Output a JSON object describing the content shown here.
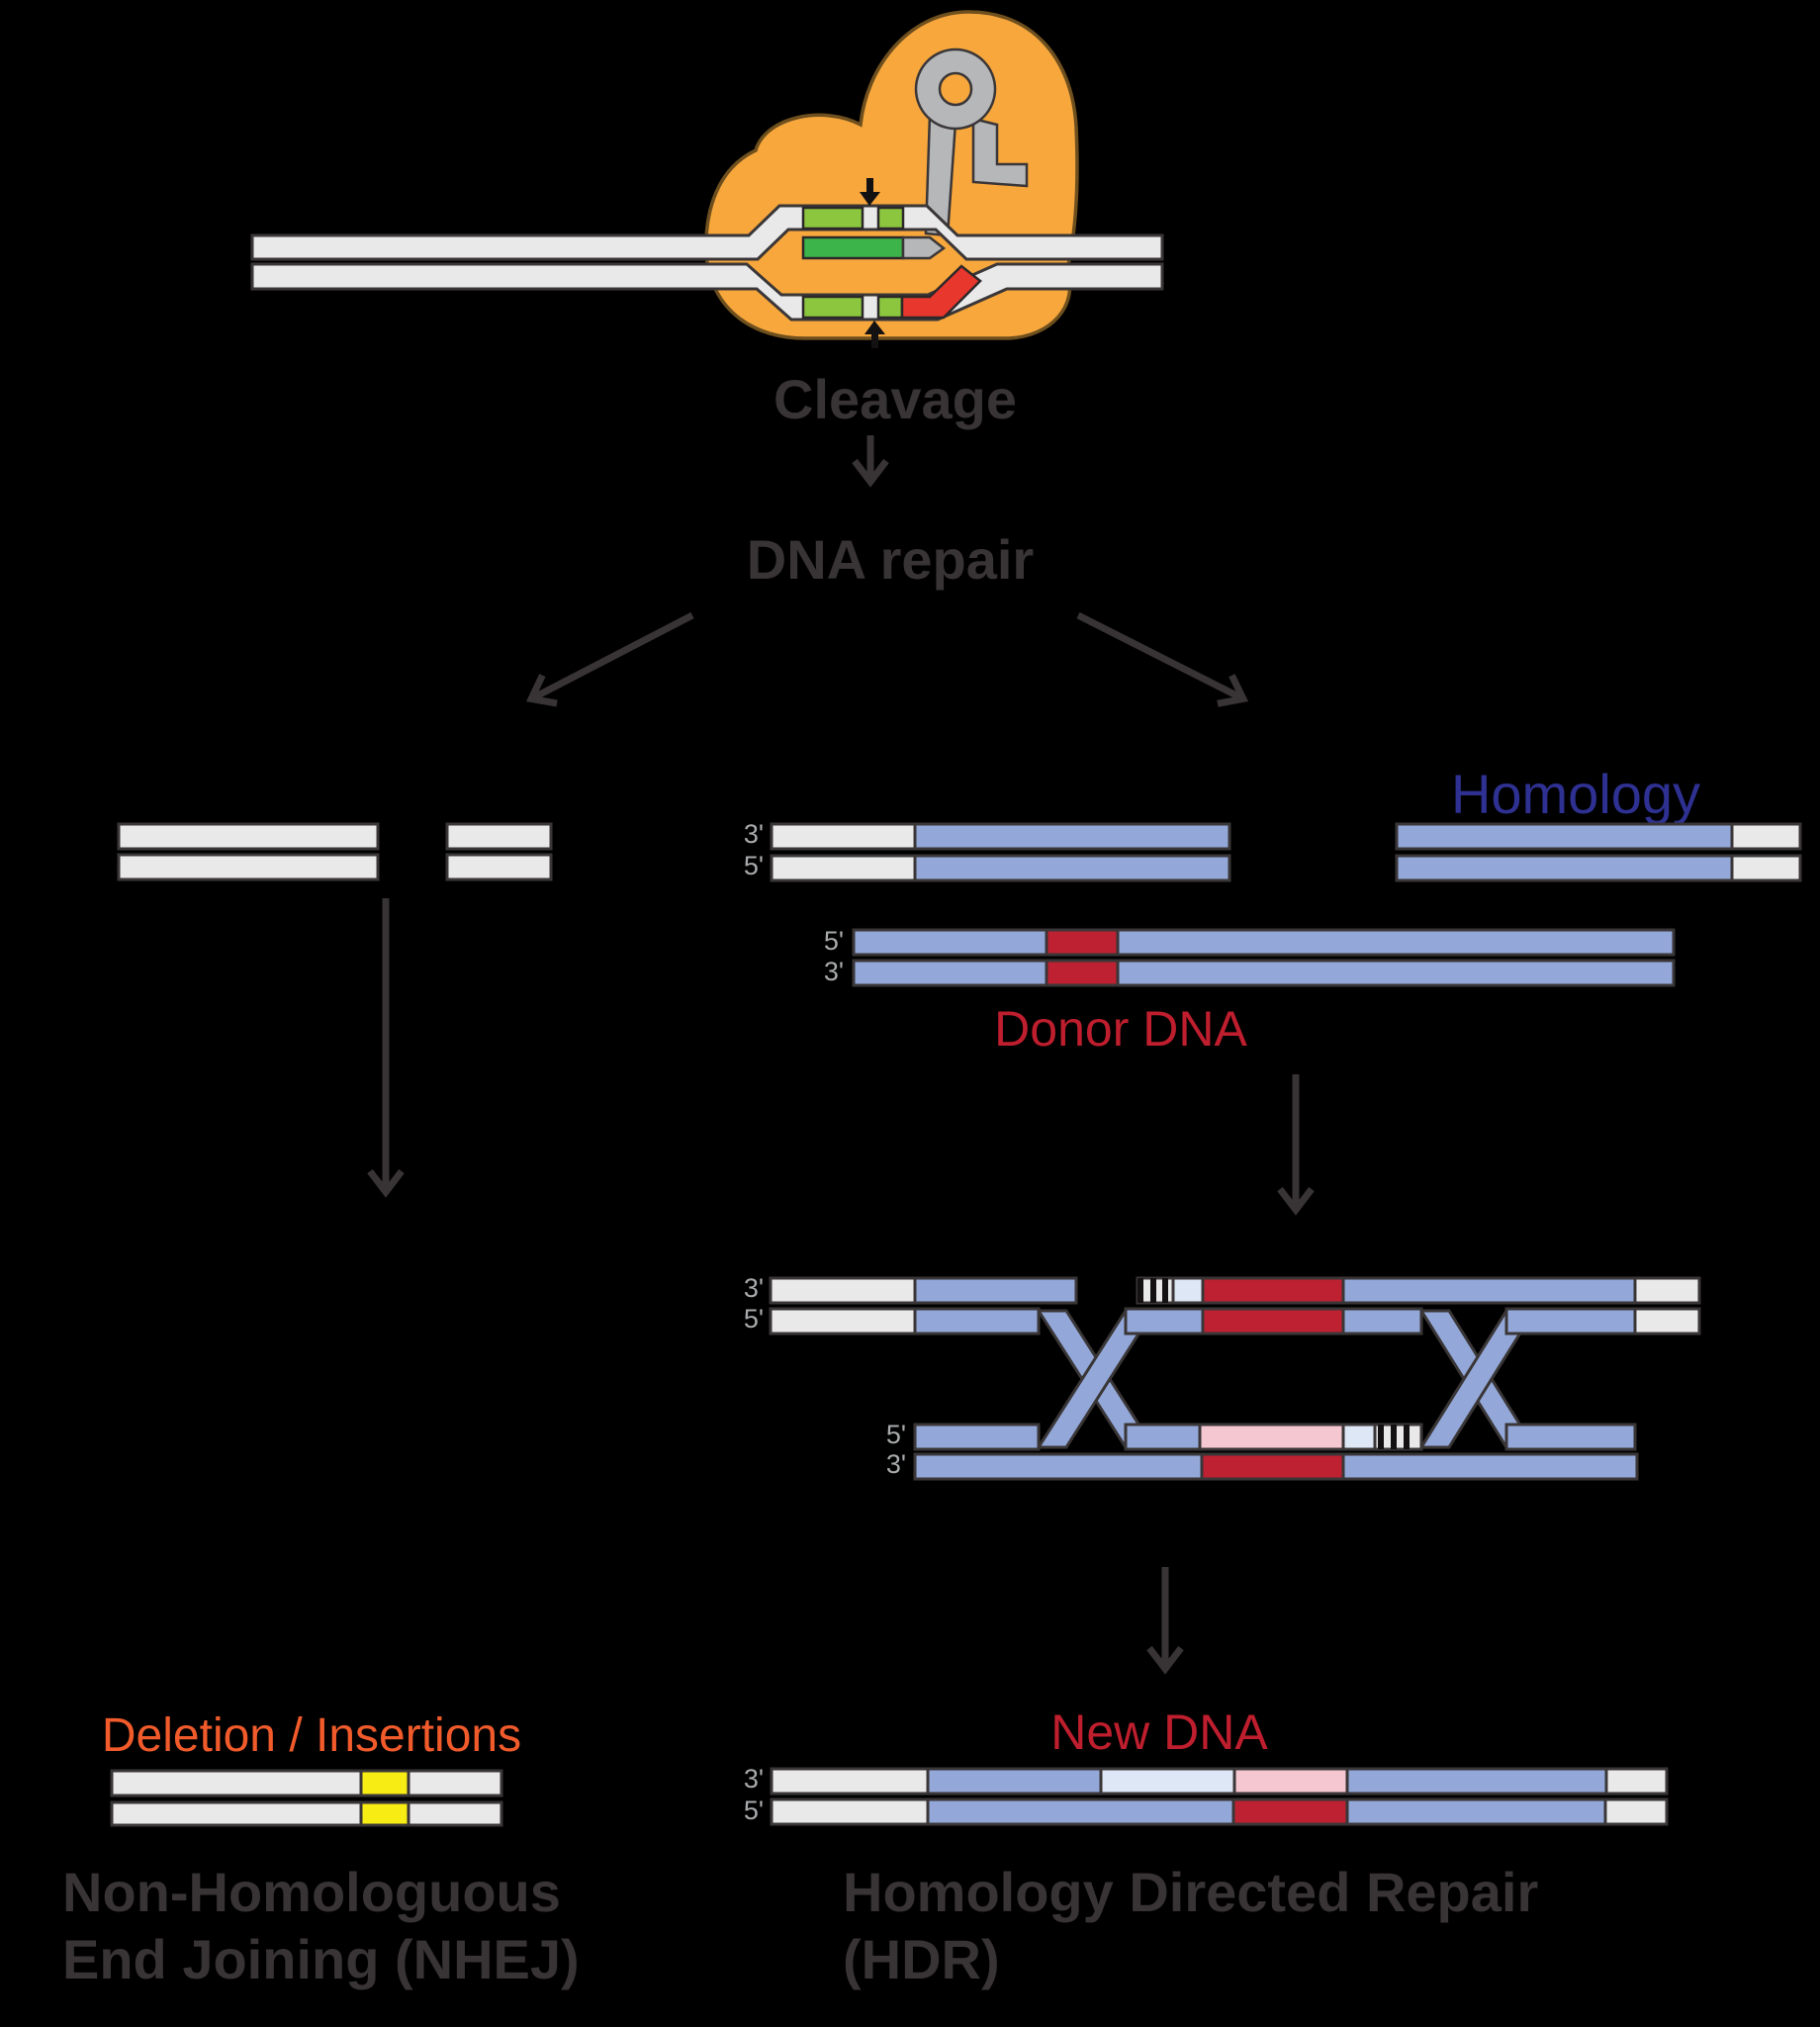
{
  "figure": {
    "description": "CRISPR-Cas9 cleavage and DNA repair pathway diagram"
  },
  "cas9": {
    "cleavage_label": "Cleavage"
  },
  "flow": {
    "dna_repair_label": "DNA repair"
  },
  "labels": {
    "three_prime": "3'",
    "five_prime": "5'"
  },
  "nhej": {
    "deletion_label": "Deletion / Insertions",
    "title_line1": "Non-Homologuous",
    "title_line2": "End Joining (NHEJ)"
  },
  "hdr": {
    "homology_label": "Homology",
    "donor_label": "Donor DNA",
    "new_dna_label": "New DNA",
    "title_line1": "Homology Directed Repair",
    "title_line2": "(HDR)"
  },
  "colors": {
    "background": "#000000",
    "dna_white": "#e9e9ea",
    "outline": "#3a3637",
    "homology_blue": "#93a8d8",
    "pale_blue": "#dde7f5",
    "donor_red": "#be2132",
    "new_pink": "#f5c7d1",
    "indel_yellow": "#f8ec15",
    "cas9_orange": "#f7a73c",
    "cas9_outline": "#6e4f1e",
    "sgrna_gray": "#b5b7b9",
    "guide_green_light": "#8cc63f",
    "guide_green_dark": "#3cb44a",
    "heading_gray": "#383334",
    "homology_text_blue": "#2e3192",
    "red_text": "#be1e2d",
    "orange_text": "#f15b2b",
    "prime_label_gray": "#a8aaac",
    "cut_arrow_black": "#141112"
  }
}
